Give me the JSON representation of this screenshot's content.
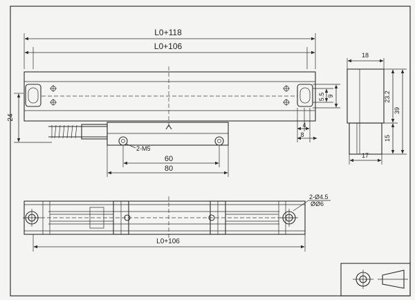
{
  "drawing": {
    "top_view": {
      "overall_length": "L0+118",
      "body_length": "L0+106",
      "height": "24",
      "slot_width": "5.5",
      "slot_height": "9",
      "slot_offset": "4",
      "slot_end": "8"
    },
    "side_view": {
      "width_top": "18",
      "width_bottom": "17",
      "height_upper": "23.2",
      "height_lower": "15",
      "height_total": "39"
    },
    "reading_head": {
      "thread": "2-M5",
      "hole_spacing": "60",
      "head_length": "80"
    },
    "bottom_view": {
      "length": "L0+106",
      "hole_label_1": "2-Ø4.5",
      "hole_label_2": "ØØ6"
    }
  }
}
